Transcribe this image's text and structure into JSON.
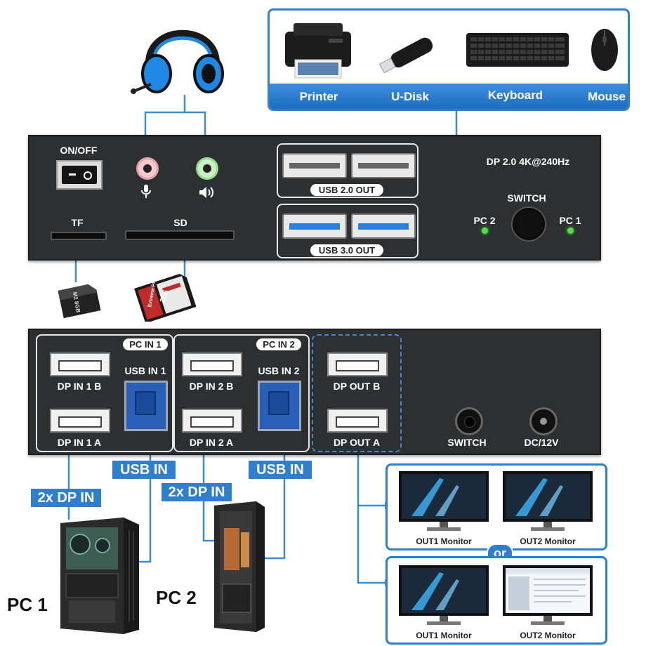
{
  "top_devices": {
    "printer": "Printer",
    "udisk": "U-Disk",
    "keyboard": "Keyboard",
    "mouse": "Mouse"
  },
  "front_panel": {
    "on_off": "ON/OFF",
    "tf": "TF",
    "sd": "SD",
    "usb20_out": "USB 2.0 OUT",
    "usb30_out": "USB 3.0 OUT",
    "dp_spec": "DP 2.0 4K@240Hz",
    "switch": "SWITCH",
    "pc2": "PC 2",
    "pc1": "PC 1"
  },
  "cards": {
    "micro_sd": "M2 8GB",
    "sd_card_size": "256",
    "sd_card_brand": "Extreme PRO"
  },
  "rear_panel": {
    "pc_in_1": "PC IN 1",
    "pc_in_2": "PC IN 2",
    "dp_in_1b": "DP IN 1 B",
    "dp_in_1a": "DP IN 1 A",
    "usb_in_1": "USB IN 1",
    "dp_in_2b": "DP IN 2 B",
    "dp_in_2a": "DP IN 2 A",
    "usb_in_2": "USB IN 2",
    "dp_out_b": "DP OUT B",
    "dp_out_a": "DP OUT A",
    "switch": "SWITCH",
    "dc": "DC/12V"
  },
  "connections": {
    "usb_in_left": "USB IN",
    "usb_in_right": "USB IN",
    "dp_in_left": "2x DP IN",
    "dp_in_right": "2x DP IN"
  },
  "pcs": {
    "pc1": "PC 1",
    "pc2": "PC 2"
  },
  "monitors": {
    "or": "or",
    "out1_top": "OUT1 Monitor",
    "out2_top": "OUT2 Monitor",
    "out1_bottom": "OUT1 Monitor",
    "out2_bottom": "OUT2 Monitor"
  },
  "colors": {
    "accent_blue": "#2f7fd1",
    "panel": "#2e2f31",
    "led_green": "#52e04a"
  }
}
